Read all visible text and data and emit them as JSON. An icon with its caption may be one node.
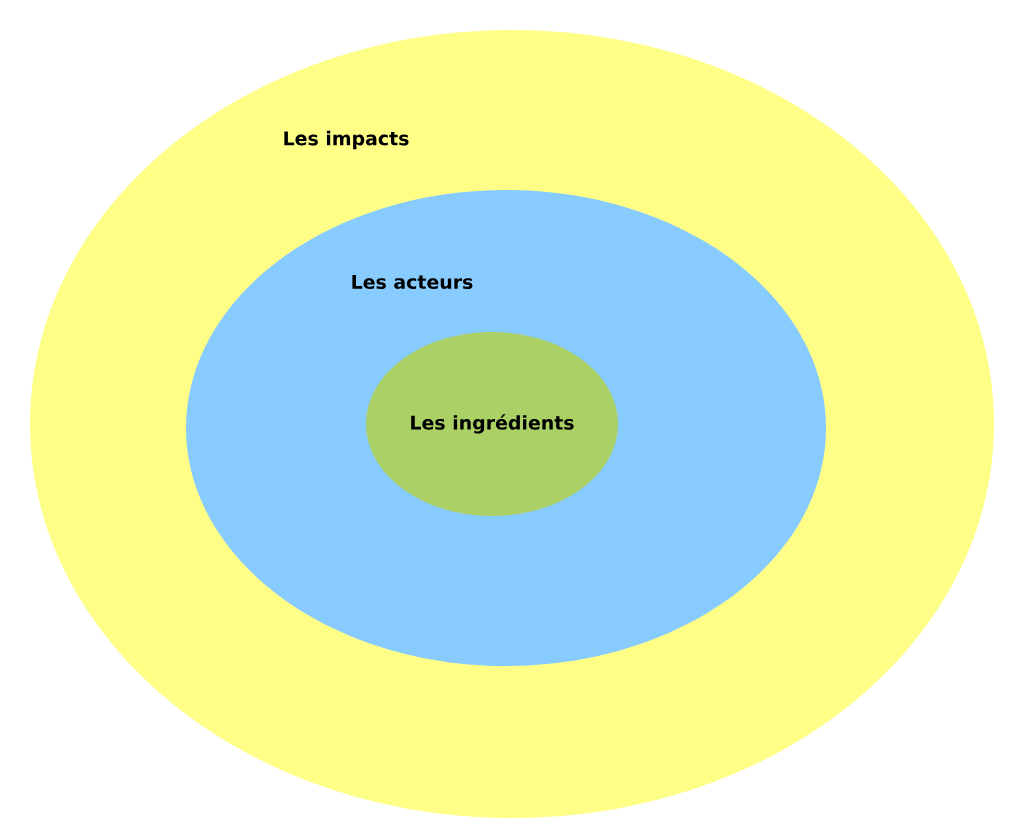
{
  "diagram": {
    "nodes": [
      {
        "text": [
          "Les impacts"
        ]
      },
      {
        "text": [
          "Les acteurs"
        ],
        "in": 0
      },
      {
        "text": [
          "Les ingrédients"
        ],
        "in": 1
      }
    ]
  }
}
